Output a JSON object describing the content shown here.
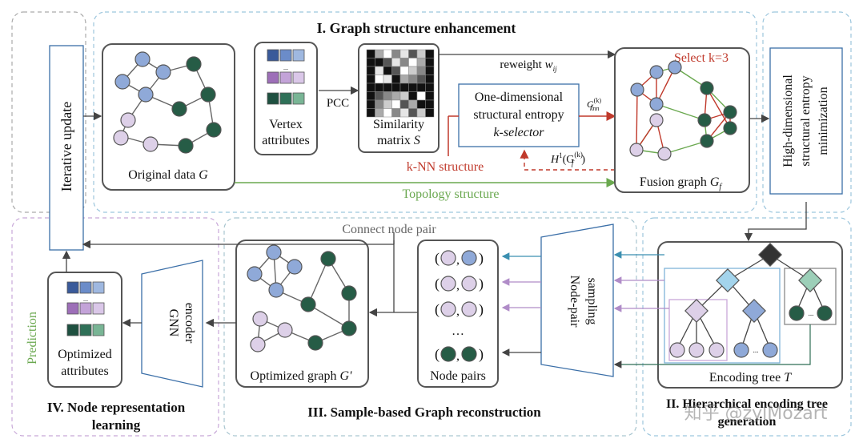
{
  "sections": {
    "s1": "I. Graph structure enhancement",
    "s2a": "II. Hierarchical encoding tree",
    "s2b": "generation",
    "s3": "III. Sample-based Graph reconstruction",
    "s4a": "IV. Node representation",
    "s4b": "learning"
  },
  "labels": {
    "iterative_update": "Iterative update",
    "original_data": "Original data",
    "original_data_sym": "G",
    "vertex1": "Vertex",
    "vertex2": "attributes",
    "pcc": "PCC",
    "similarity1": "Similarity",
    "similarity2": "matrix",
    "similarity_sym": "S",
    "reweight": "reweight",
    "reweight_sym": "w",
    "reweight_sub": "ij",
    "select_k": "Select k=3",
    "oned1": "One-dimensional",
    "oned2": "structural entropy",
    "oned3": "k-selector",
    "gknn": "G",
    "gknn_sub": "knn",
    "gknn_sup": "(k)",
    "h1": "H",
    "h1_sup": "1",
    "h1_arg": "(G",
    "h1_arg_sub": "f",
    "h1_arg_sup": "(k)",
    "h1_close": ")",
    "knn_structure": "k-NN structure",
    "topology_structure": "Topology structure",
    "fusion_graph": "Fusion graph",
    "fusion_sym": "G",
    "fusion_sub": "f",
    "highdim1": "High-dimensional",
    "highdim2": "structural entropy",
    "highdim3": "minimization",
    "connect_node_pair": "Connect node pair",
    "node_pair_sampling1": "Node-pair",
    "node_pair_sampling2": "sampling",
    "node_pairs": "Node pairs",
    "ellipsis": "…",
    "small_ellipsis": "...",
    "optimized_graph": "Optimized graph",
    "optimized_graph_sym": "G'",
    "gnn1": "GNN",
    "gnn2": "encoder",
    "optimized_attr1": "Optimized",
    "optimized_attr2": "attributes",
    "prediction": "Prediction",
    "encoding_tree": "Encoding tree",
    "encoding_tree_sym": "T",
    "paren_open": "(",
    "paren_close": ")",
    "comma": ","
  },
  "watermark": "知乎 @zylMozart",
  "colors": {
    "blue_node": "#8fa9d8",
    "pink_node": "#ddd0e8",
    "green_node": "#265c46",
    "green_text": "#6aa84f",
    "red_text": "#c0392b",
    "gray_dash": "#aaaaaa",
    "blue_dash": "#9cc6dd",
    "purple_dash": "#c8a8d8"
  }
}
